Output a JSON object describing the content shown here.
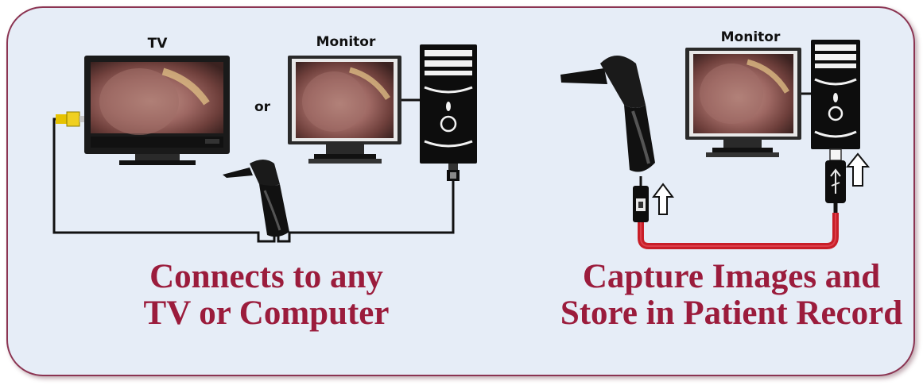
{
  "labels": {
    "tv": "TV",
    "or": "or",
    "monitor_left": "Monitor",
    "monitor_right": "Monitor"
  },
  "captions": {
    "left": [
      "Connects to any",
      "TV or Computer"
    ],
    "right": [
      "Capture Images and",
      "Store in Patient Record"
    ]
  },
  "icons": {
    "tv": "tv-icon",
    "monitor": "monitor-icon",
    "computer_tower": "computer-tower-icon",
    "otoscope": "otoscope-icon",
    "usb_plug": "usb-plug-icon",
    "up_arrow": "up-arrow-icon"
  },
  "colors": {
    "background": "#e6edf7",
    "border": "#8b3452",
    "caption_text": "#9b1c3c",
    "usb_cable": "#c81e28",
    "video_cable": "#111111",
    "rca_connector": "#e6c200"
  }
}
